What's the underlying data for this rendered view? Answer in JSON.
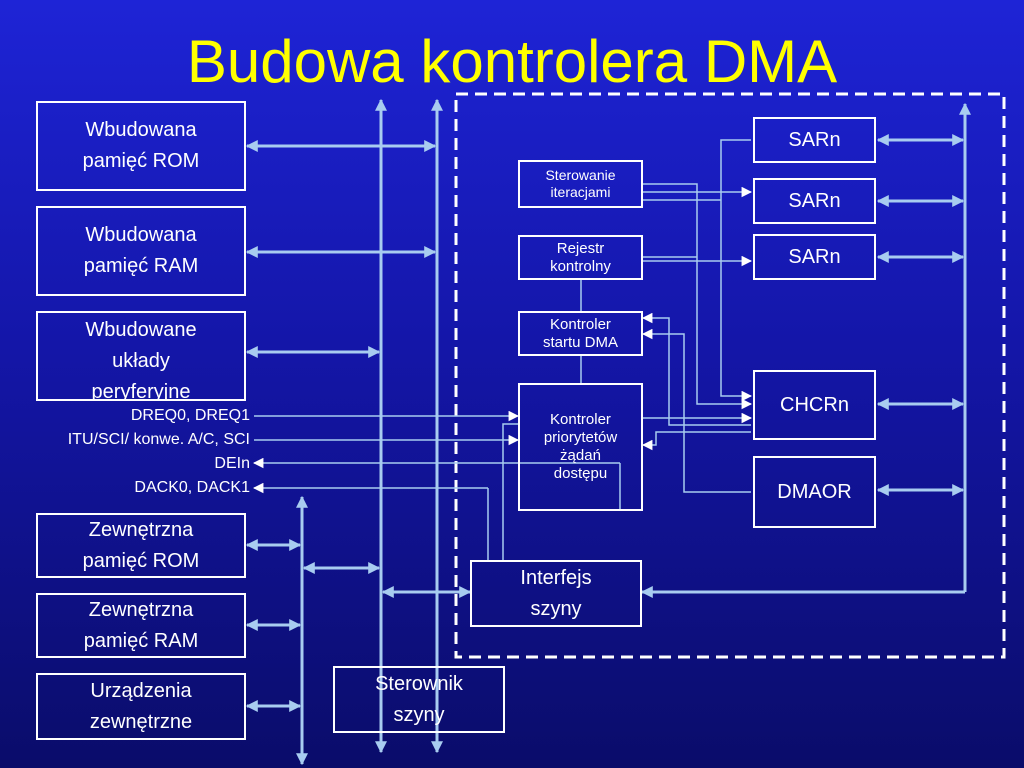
{
  "title": "Budowa kontrolera DMA",
  "left_blocks": {
    "rom": "Wbudowana\npamięć ROM",
    "ram": "Wbudowana\npamięć RAM",
    "periph": "Wbudowane\nukłady\nperyferyjne",
    "ext_rom": "Zewnętrzna\npamięć ROM",
    "ext_ram": "Zewnętrzna\npamięć RAM",
    "ext_dev": "Urządzenia\nzewnętrzne"
  },
  "signals": {
    "dreq": "DREQ0, DREQ1",
    "itu": "ITU/SCI/ konwe. A/C, SCI",
    "dein": "DEIn",
    "dack": "DACK0, DACK1"
  },
  "dma_blocks": {
    "iter": "Sterowanie\niteracjami",
    "ctrl_reg": "Rejestr\nkontrolny",
    "start": "Kontroler\nstartu DMA",
    "prio": "Kontroler\npriorytetów\nżądań\ndostępu",
    "sar1": "SARn",
    "sar2": "SARn",
    "sar3": "SARn",
    "chcr": "CHCRn",
    "dmaor": "DMAOR",
    "bus_if": "Interfejs\nszyny"
  },
  "bus_ctrl": "Sterownik\nszyny",
  "colors": {
    "title": "#ffff00",
    "bus_line": "#a8ccf0",
    "box_border": "#ffffff",
    "background_top": "#1e24d6",
    "background_bottom": "#0a0c6a"
  }
}
